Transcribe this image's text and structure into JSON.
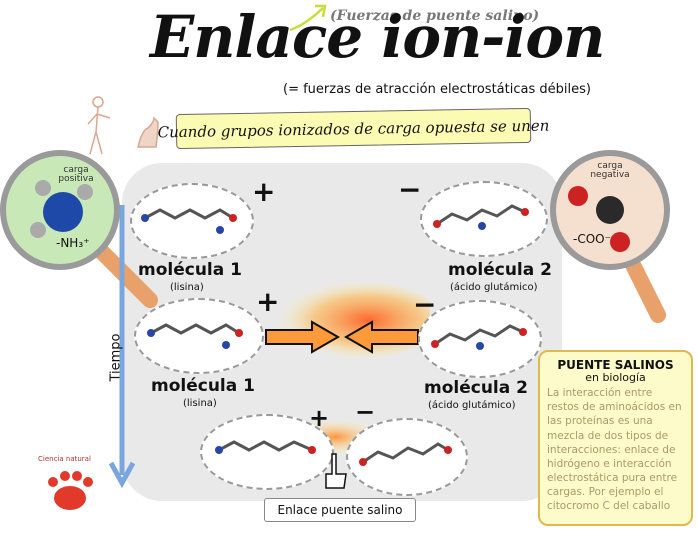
{
  "title": "Enlace ion-ion",
  "subtitle_top": "(Fuerzas de puente salino)",
  "subtitle_eq": "(= fuerzas de atracción electrostáticas débiles)",
  "highlight": "Cuando grupos ionizados de carga opuesta se unen",
  "left_lens": {
    "label": "carga positiva",
    "group": "-NH₃⁺"
  },
  "right_lens": {
    "label": "carga negativa",
    "group": "-COO⁻"
  },
  "row1": {
    "mol1": "molécula 1",
    "mol1_sub": "(lisina)",
    "mol2": "molécula 2",
    "mol2_sub": "(ácido glutámico)",
    "plus": "+",
    "minus": "−"
  },
  "row2": {
    "mol1": "molécula 1",
    "mol1_sub": "(lisina)",
    "mol2": "molécula 2",
    "mol2_sub": "(ácido glutámico)",
    "plus": "+",
    "minus": "−"
  },
  "row3": {
    "plus": "+",
    "minus": "−"
  },
  "time_label": "Tiempo",
  "footer": "Enlace puente salino",
  "logo": "Ciencia natural",
  "info": {
    "title": "PUENTE SALINOS",
    "subtitle": "en biología",
    "body": "La interacción entre restos de aminoácidos en las proteínas es una mezcla de dos tipos de interacciones: enlace de hidrógeno e interacción electrostática pura entre cargas. Por ejemplo el citocromo C del caballo"
  },
  "colors": {
    "highlight": "#fbfbb3",
    "stage": "#e9e9e9",
    "info_bg": "#fdfbc9",
    "info_border": "#e0b94c",
    "info_text": "#aa9a6a",
    "arrow": "#7aa6e0",
    "glow": "#ff7a1a"
  }
}
